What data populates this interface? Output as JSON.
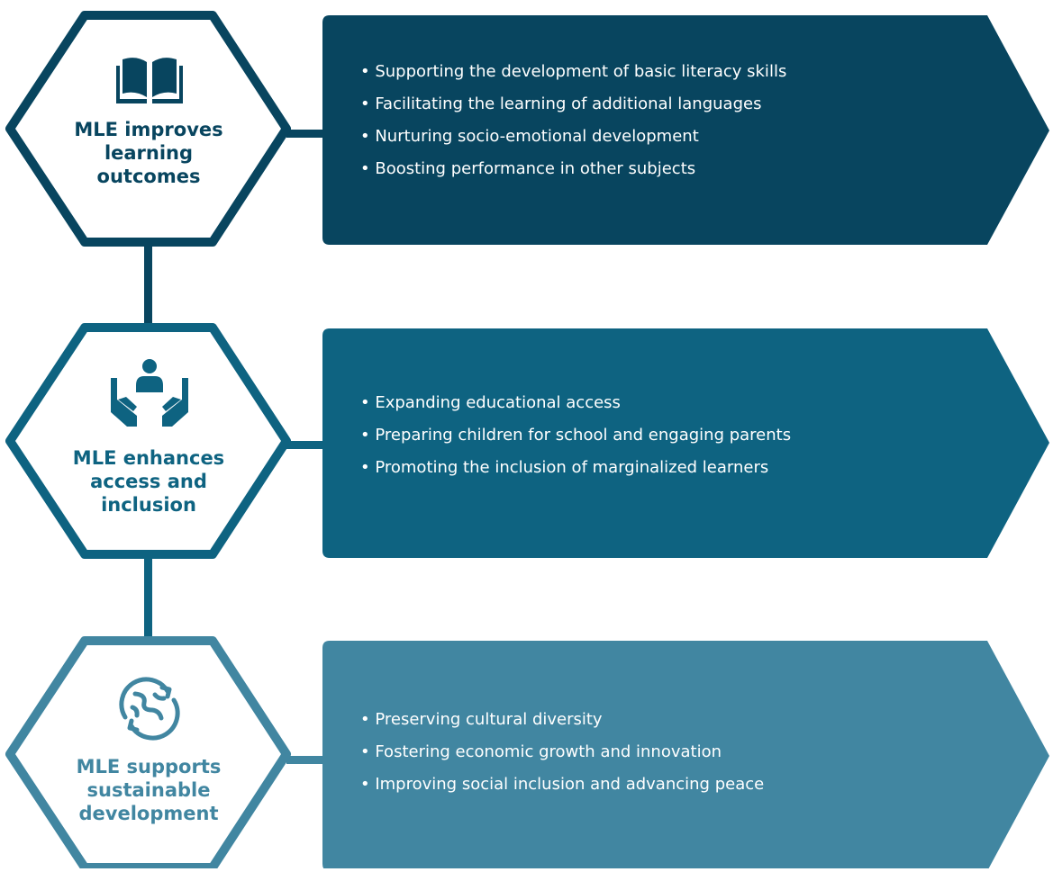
{
  "rows": [
    {
      "icon": "open-book-icon",
      "color": "#08455f",
      "panel_color": "#08455f",
      "title_lines": [
        "MLE improves",
        "learning",
        "outcomes"
      ],
      "items": [
        "• Supporting the development of basic literacy skills",
        "• Facilitating the learning of additional languages",
        "• Nurturing socio-emotional development",
        "• Boosting performance in other subjects"
      ]
    },
    {
      "icon": "hands-holding-person-icon",
      "color": "#0e6381",
      "panel_color": "#0e6381",
      "title_lines": [
        "MLE enhances",
        "access and",
        "inclusion"
      ],
      "items": [
        "• Expanding educational access",
        "• Preparing children for school and engaging parents",
        "• Promoting the inclusion of marginalized learners"
      ]
    },
    {
      "icon": "globe-arrows-icon",
      "color": "#4186a1",
      "panel_color": "#4186a1",
      "title_lines": [
        "MLE supports",
        "sustainable",
        "development"
      ],
      "items": [
        "• Preserving cultural diversity",
        "• Fostering economic growth and innovation",
        "• Improving social inclusion and advancing peace"
      ]
    }
  ]
}
